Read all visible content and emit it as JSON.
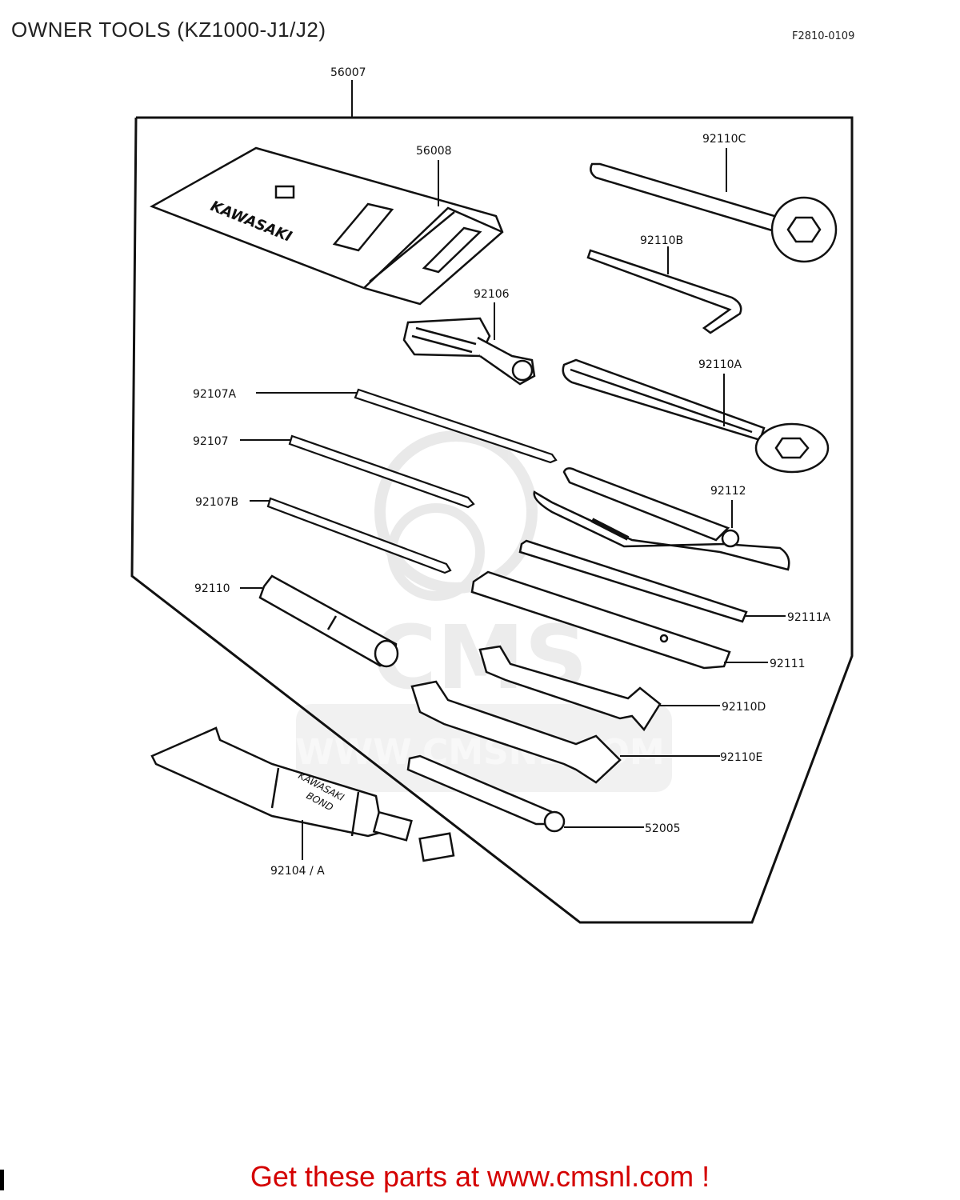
{
  "header": {
    "title": "OWNER TOOLS (KZ1000-J1/J2)",
    "figure_code": "F2810-0109"
  },
  "parts": {
    "p56007": "56007",
    "p56008": "56008",
    "p92110C": "92110C",
    "p92110B": "92110B",
    "p92106": "92106",
    "p92110A": "92110A",
    "p92107A": "92107A",
    "p92107": "92107",
    "p92112": "92112",
    "p92107B": "92107B",
    "p92110": "92110",
    "p92111A": "92111A",
    "p92111": "92111",
    "p92110D": "92110D",
    "p92110E": "92110E",
    "p52005": "52005",
    "p92104A": "92104 / A"
  },
  "artwork": {
    "pouch_brand": "KAWASAKI",
    "tube_print_1": "KAWASAKI",
    "tube_print_2": "BOND"
  },
  "watermark": {
    "brand": "CMS",
    "url": "WWW.CMSNL.COM"
  },
  "footer": {
    "text": "Get these parts at www.cmsnl.com !"
  },
  "colors": {
    "footer": "#d40000",
    "line": "#111111",
    "watermark": "#d8d8d8"
  }
}
